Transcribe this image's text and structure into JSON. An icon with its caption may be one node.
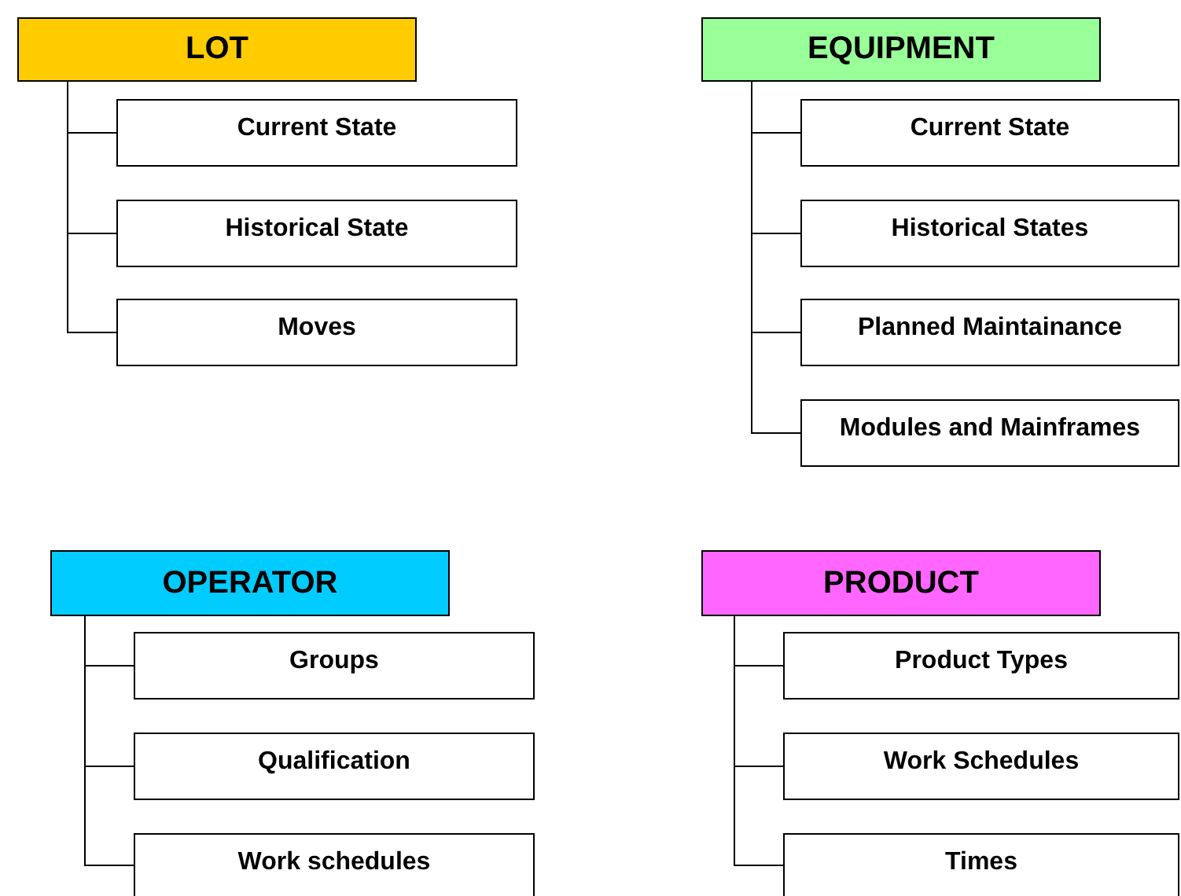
{
  "diagram": {
    "nodes": [
      {
        "text": [
          "LOT"
        ]
      },
      {
        "text": [
          "Current State"
        ]
      },
      {
        "text": [
          "Historical State"
        ]
      },
      {
        "text": [
          "Moves"
        ]
      },
      {
        "text": [
          "EQUIPMENT"
        ]
      },
      {
        "text": [
          "Current State"
        ]
      },
      {
        "text": [
          "Historical States"
        ]
      },
      {
        "text": [
          "Planned Maintainance"
        ]
      },
      {
        "text": [
          "Modules and Mainframes"
        ]
      },
      {
        "text": [
          "OPERATOR"
        ]
      },
      {
        "text": [
          "Groups"
        ]
      },
      {
        "text": [
          "Qualification"
        ]
      },
      {
        "text": [
          "Work schedules"
        ]
      },
      {
        "text": [
          "PRODUCT"
        ]
      },
      {
        "text": [
          "Product Types"
        ]
      },
      {
        "text": [
          "Work Schedules"
        ]
      },
      {
        "text": [
          "Times"
        ]
      }
    ],
    "edges": [
      {
        "from": 0,
        "to": 1,
        "arrow": "none"
      },
      {
        "from": 0,
        "to": 2,
        "arrow": "none"
      },
      {
        "from": 0,
        "to": 3,
        "arrow": "none"
      },
      {
        "from": 4,
        "to": 5,
        "arrow": "none"
      },
      {
        "from": 4,
        "to": 6,
        "arrow": "none"
      },
      {
        "from": 4,
        "to": 7,
        "arrow": "none"
      },
      {
        "from": 4,
        "to": 8,
        "arrow": "none"
      },
      {
        "from": 9,
        "to": 10,
        "arrow": "none"
      },
      {
        "from": 9,
        "to": 11,
        "arrow": "none"
      },
      {
        "from": 9,
        "to": 12,
        "arrow": "none"
      },
      {
        "from": 13,
        "to": 14,
        "arrow": "none"
      },
      {
        "from": 13,
        "to": 15,
        "arrow": "none"
      },
      {
        "from": 13,
        "to": 16,
        "arrow": "none"
      }
    ]
  }
}
